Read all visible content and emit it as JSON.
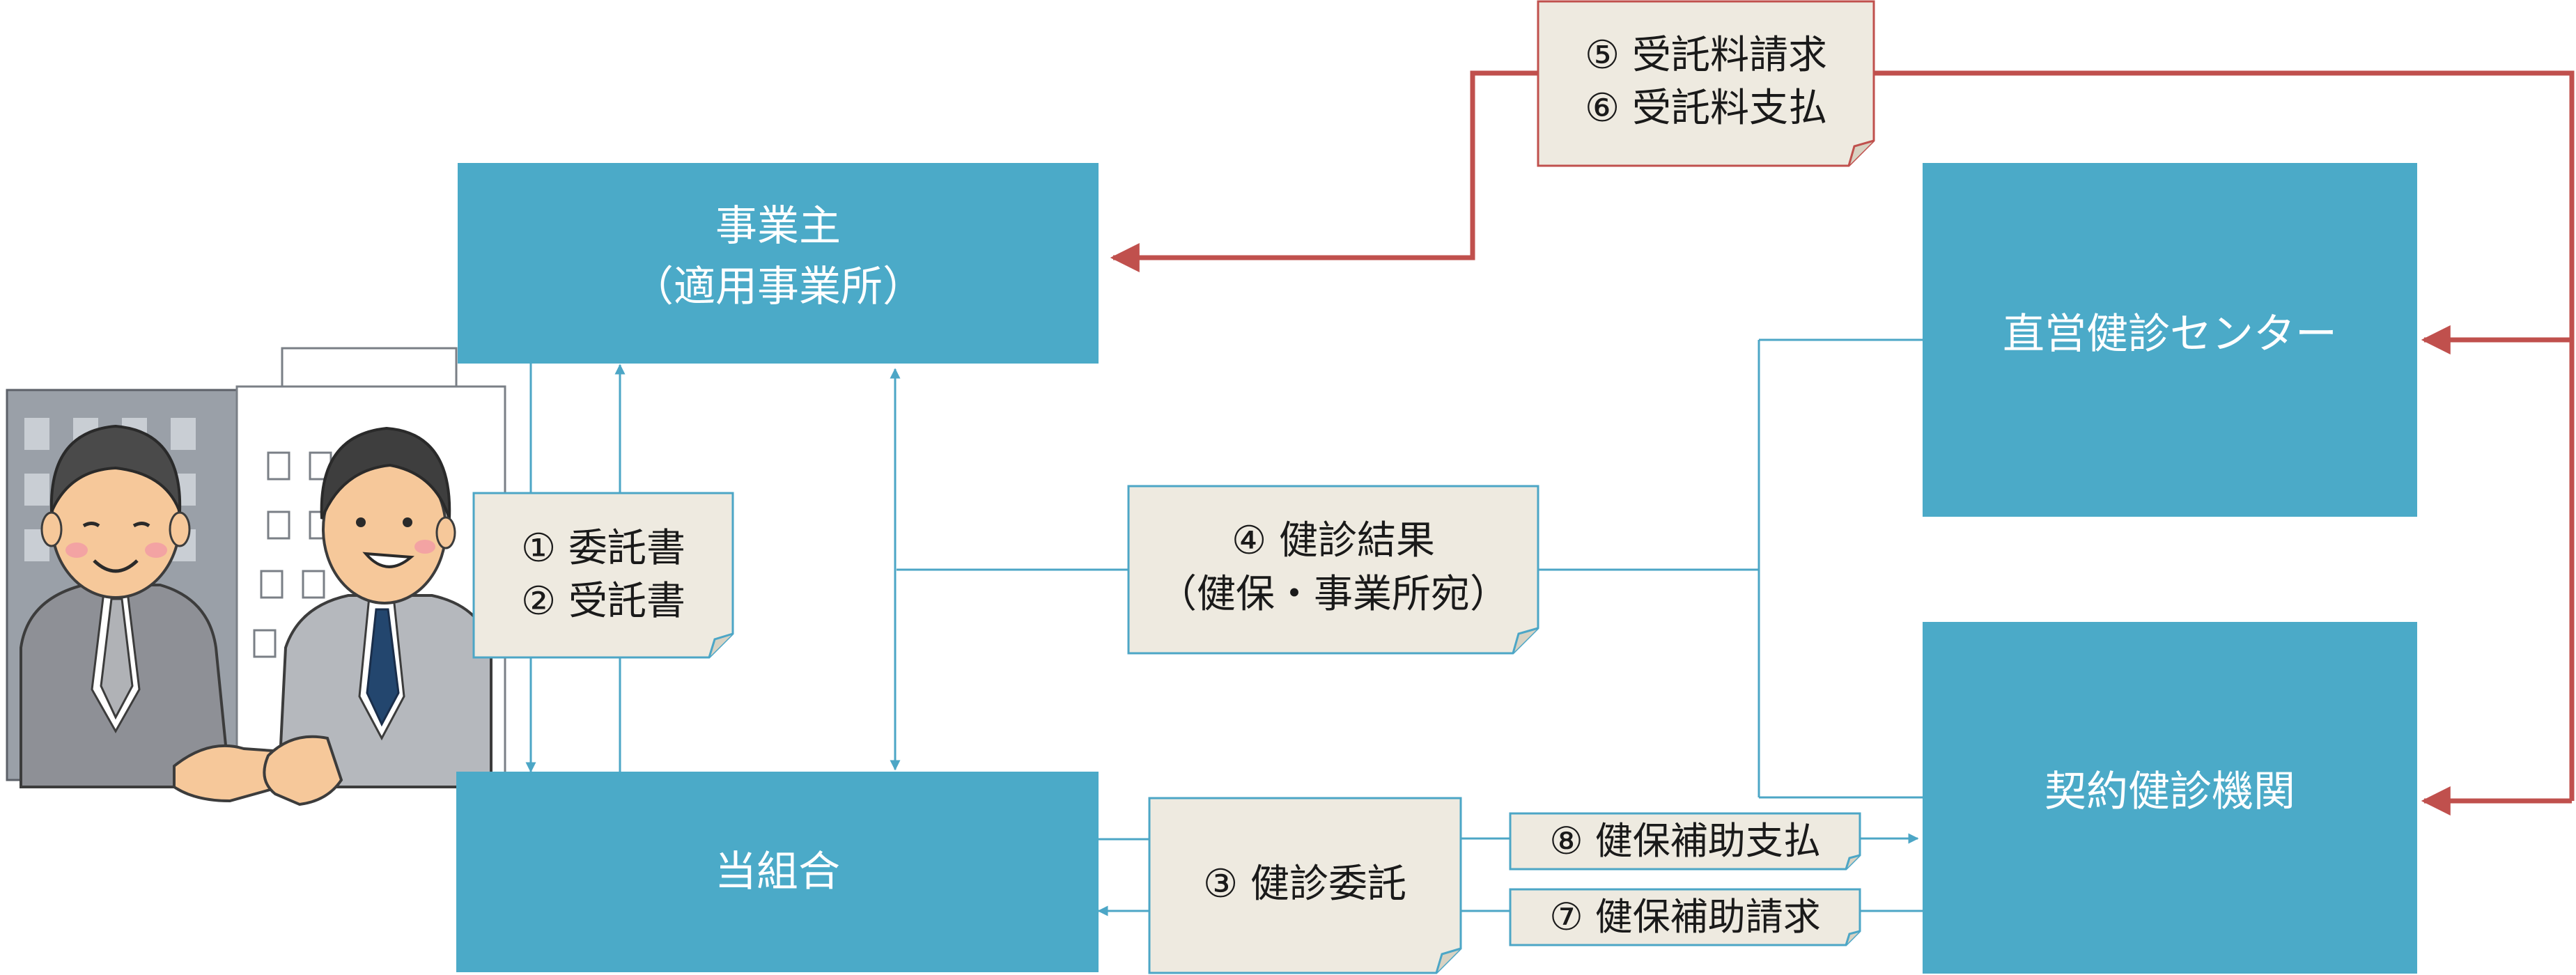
{
  "boxes": {
    "employer_line1": "事業主",
    "employer_line2": "（適用事業所）",
    "union": "当組合",
    "direct_center": "直営健診センター",
    "contract_org": "契約健診機関"
  },
  "notes": {
    "consign_1": "① 委託書",
    "consign_2": "② 受託書",
    "result_1": "④ 健診結果",
    "result_2": "（健保・事業所宛）",
    "fee_1": "⑤ 受託料請求",
    "fee_2": "⑥ 受託料支払",
    "entrust": "③ 健診委託",
    "subsidy_pay": "⑧ 健保補助支払",
    "subsidy_claim": "⑦ 健保補助請求"
  },
  "colors": {
    "box_fill": "#4baac8",
    "box_text": "#ffffff",
    "note_fill": "#eeeae0",
    "note_border_blue": "#4ca6c6",
    "note_border_red": "#c0504d",
    "arrow_blue": "#4ca6c6",
    "arrow_red": "#c0504d",
    "note_text": "#1a1a1a"
  }
}
